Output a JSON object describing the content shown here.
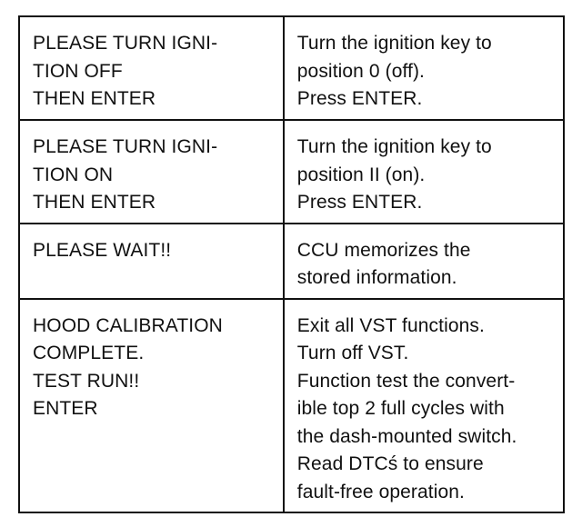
{
  "rows": [
    {
      "display": [
        "PLEASE TURN IGNI-",
        "TION OFF",
        "THEN ENTER"
      ],
      "action": [
        "Turn the ignition key to",
        "position 0 (off).",
        "Press ENTER."
      ]
    },
    {
      "display": [
        "PLEASE TURN IGNI-",
        "TION ON",
        "THEN ENTER"
      ],
      "action": [
        "Turn the ignition key to",
        "position II (on).",
        "Press ENTER."
      ]
    },
    {
      "display": [
        "PLEASE WAIT!!"
      ],
      "action": [
        "CCU memorizes the",
        "stored information."
      ]
    },
    {
      "display": [
        "HOOD CALIBRATION",
        "COMPLETE.",
        "TEST RUN!!",
        "ENTER"
      ],
      "action": [
        "Exit all VST functions.",
        "Turn off VST.",
        "Function test the convert-",
        "ible top 2 full cycles with",
        "the dash-mounted switch.",
        "Read DTCś  to ensure",
        "fault-free operation."
      ]
    }
  ]
}
